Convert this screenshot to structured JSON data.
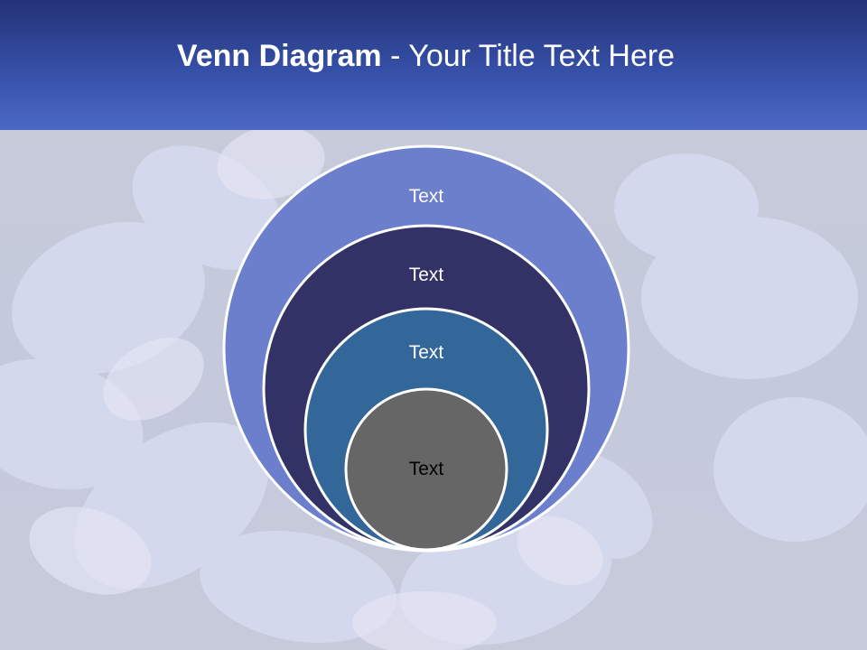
{
  "title": {
    "bold": "Venn Diagram",
    "rest": " - Your Title Text Here"
  },
  "diagram": {
    "circles": [
      {
        "label": "Text",
        "fill": "#6b7fcc",
        "text_color": "#ffffff"
      },
      {
        "label": "Text",
        "fill": "#323266",
        "text_color": "#ffffff"
      },
      {
        "label": "Text",
        "fill": "#336699",
        "text_color": "#ffffff"
      },
      {
        "label": "Text",
        "fill": "#666666",
        "text_color": "#000000"
      }
    ]
  },
  "colors": {
    "header_dark": "#233276",
    "header_light": "#4b68c4",
    "circle_outline": "#ffffff"
  }
}
